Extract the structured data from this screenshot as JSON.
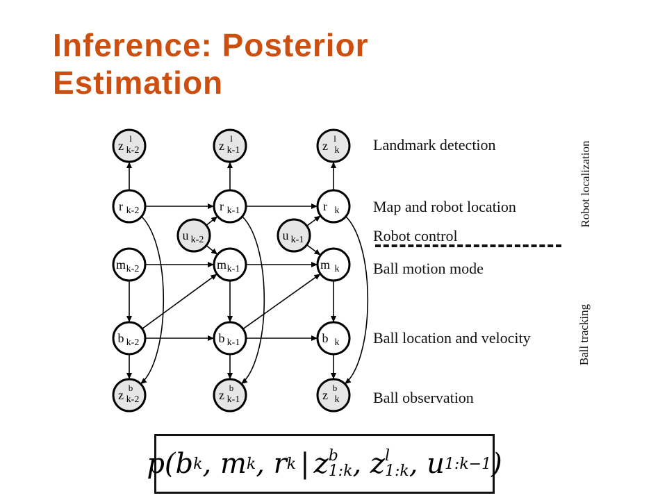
{
  "title": "Inference: Posterior Estimation",
  "row_labels": [
    "Landmark detection",
    "Map and robot location",
    "Robot control",
    "Ball motion mode",
    "Ball location and velocity",
    "Ball observation"
  ],
  "group_labels": {
    "robot_localization": "Robot localization",
    "ball_tracking": "Ball tracking"
  },
  "nodes": {
    "z_l": [
      {
        "base": "z",
        "sup": "l",
        "sub": "k-2"
      },
      {
        "base": "z",
        "sup": "l",
        "sub": "k-1"
      },
      {
        "base": "z",
        "sup": "l",
        "sub": "k"
      }
    ],
    "r": [
      {
        "base": "r",
        "sub": "k-2"
      },
      {
        "base": "r",
        "sub": "k-1"
      },
      {
        "base": "r",
        "sub": "k"
      }
    ],
    "u": [
      {
        "base": "u",
        "sub": "k-2"
      },
      {
        "base": "u",
        "sub": "k-1"
      }
    ],
    "m": [
      {
        "base": "m",
        "sub": "k-2"
      },
      {
        "base": "m",
        "sub": "k-1"
      },
      {
        "base": "m",
        "sub": "k"
      }
    ],
    "b": [
      {
        "base": "b",
        "sub": "k-2"
      },
      {
        "base": "b",
        "sub": "k-1"
      },
      {
        "base": "b",
        "sub": "k"
      }
    ],
    "z_b": [
      {
        "base": "z",
        "sup": "b",
        "sub": "k-2"
      },
      {
        "base": "z",
        "sup": "b",
        "sub": "k-1"
      },
      {
        "base": "z",
        "sup": "b",
        "sub": "k"
      }
    ]
  },
  "formula": {
    "p": "p(",
    "b": "b",
    "m": "m",
    "r": "r",
    "k": "k",
    "sep": ",",
    "bar": "|",
    "z": "z",
    "sup_b": "b",
    "sup_l": "l",
    "sub_1k": "1:k",
    "u": "u",
    "sub_1km1": "1:k−1",
    "close": ")"
  },
  "colors": {
    "title": "#cc4f10",
    "observed_node_fill": "#e6e6e6",
    "hidden_node_fill": "#ffffff"
  }
}
